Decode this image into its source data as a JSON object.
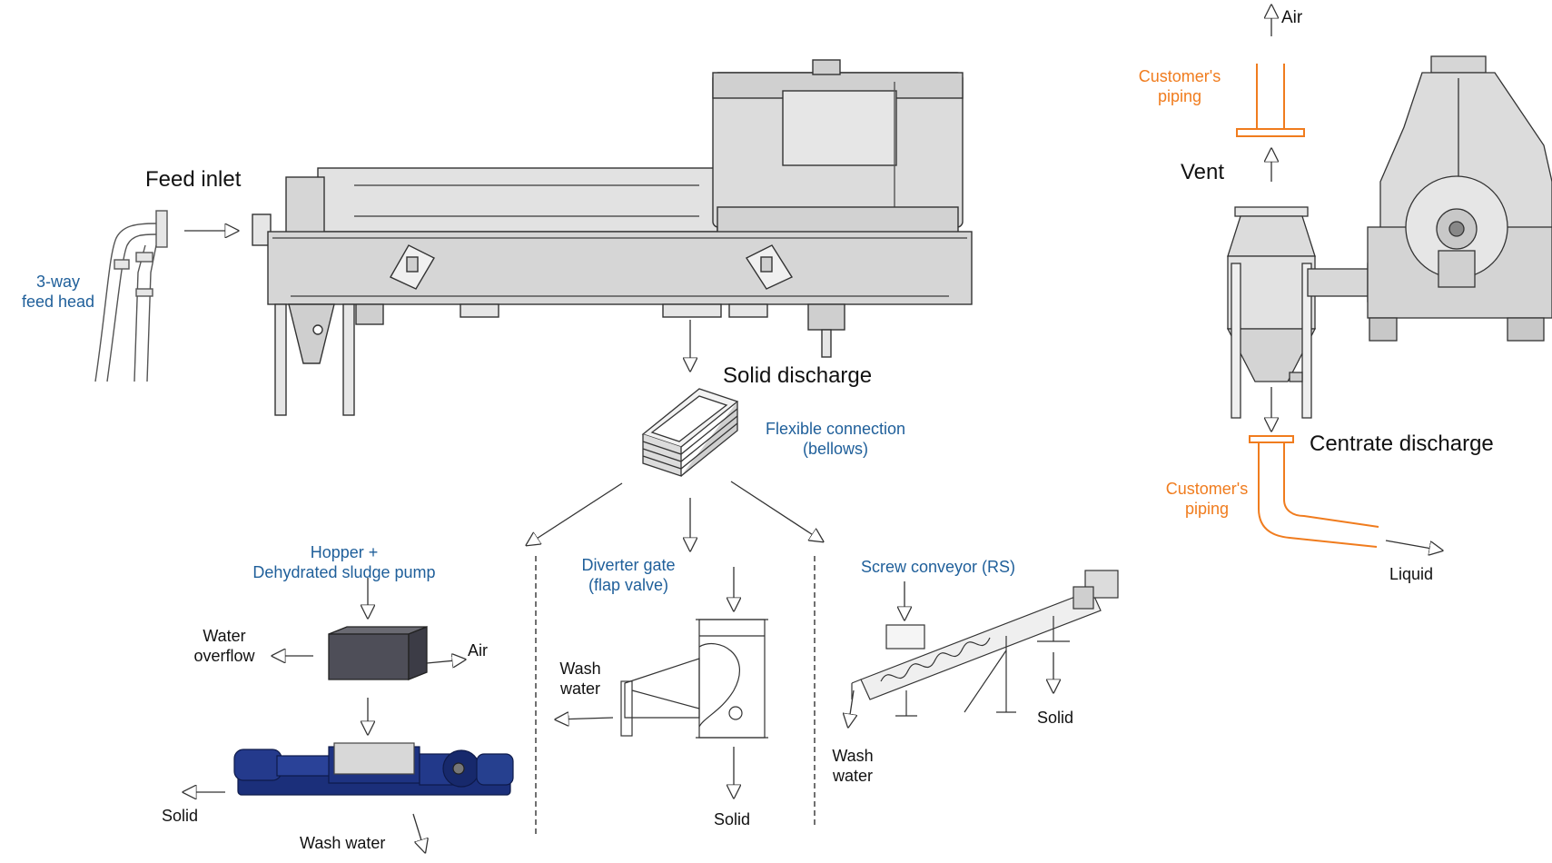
{
  "colors": {
    "label_blue": "#1f5f9a",
    "customer_orange": "#f07c1e",
    "machine_grey": "#d9d9d9",
    "pump_blue": "#1b2f7a",
    "text": "#111111"
  },
  "labels": {
    "feed_inlet": "Feed inlet",
    "three_way_line1": "3-way",
    "three_way_line2": "feed head",
    "solid_discharge": "Solid discharge",
    "flex_line1": "Flexible connection",
    "flex_line2": "(bellows)",
    "hopper_line1": "Hopper +",
    "hopper_line2": "Dehydrated sludge pump",
    "water_overflow_line1": "Water",
    "water_overflow_line2": "overflow",
    "hopper_air": "Air",
    "pump_solid": "Solid",
    "pump_wash_water": "Wash water",
    "diverter_line1": "Diverter gate",
    "diverter_line2": "(flap valve)",
    "diverter_wash_line1": "Wash",
    "diverter_wash_line2": "water",
    "diverter_solid": "Solid",
    "screw_conveyor": "Screw conveyor (RS)",
    "screw_wash_line1": "Wash",
    "screw_wash_line2": "water",
    "screw_solid": "Solid",
    "vent_air": "Air",
    "customers_piping_top_line1": "Customer's",
    "customers_piping_top_line2": "piping",
    "vent": "Vent",
    "centrate_discharge": "Centrate discharge",
    "customers_piping_bottom_line1": "Customer's",
    "customers_piping_bottom_line2": "piping",
    "liquid": "Liquid"
  }
}
